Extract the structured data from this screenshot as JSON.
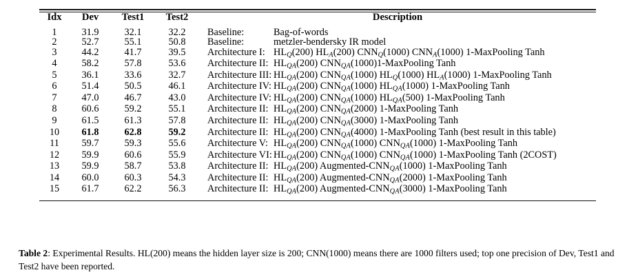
{
  "table": {
    "headers": [
      "Idx",
      "Dev",
      "Test1",
      "Test2",
      "Description"
    ],
    "rows": [
      {
        "idx": "1",
        "dev": "31.9",
        "test1": "32.1",
        "test2": "32.2",
        "bold": false,
        "arch": "Baseline:",
        "desc_plain": "Bag-of-words",
        "desc_full": "Baseline: Bag-of-words"
      },
      {
        "idx": "2",
        "dev": "52.7",
        "test1": "55.1",
        "test2": "50.8",
        "bold": false,
        "arch": "Baseline:",
        "desc_plain": "metzler-bendersky IR model",
        "desc_full": "Baseline: metzler-bendersky IR model"
      },
      {
        "idx": "3",
        "dev": "44.2",
        "test1": "41.7",
        "test2": "39.5",
        "bold": false,
        "arch": "Architecture I:",
        "desc_plain": "HL_Q(200) HL_A(200) CNN_Q(1000) CNN_A(1000) 1-MaxPooling Tanh",
        "desc_full": "Architecture I:   HL_Q(200) HL_A(200) CNN_Q(1000) CNN_A(1000) 1-MaxPooling Tanh",
        "tokens": [
          {
            "t": "HL",
            "sub": "Q"
          },
          {
            "t": "(200) "
          },
          {
            "t": "HL",
            "sub": "A"
          },
          {
            "t": "(200) "
          },
          {
            "t": "CNN",
            "sub": "Q"
          },
          {
            "t": "(1000) "
          },
          {
            "t": "CNN",
            "sub": "A"
          },
          {
            "t": "(1000) 1-MaxPooling Tanh"
          }
        ]
      },
      {
        "idx": "4",
        "dev": "58.2",
        "test1": "57.8",
        "test2": "53.6",
        "bold": false,
        "arch": "Architecture II:",
        "desc_plain": "HL_QA(200) CNN_QA(1000)1-MaxPooling Tanh",
        "desc_full": "Architecture II: HL_QA(200) CNN_QA(1000)1-MaxPooling Tanh",
        "tokens": [
          {
            "t": "HL",
            "sub": "QA"
          },
          {
            "t": "(200) "
          },
          {
            "t": "CNN",
            "sub": "QA"
          },
          {
            "t": "(1000)1-MaxPooling Tanh"
          }
        ]
      },
      {
        "idx": "5",
        "dev": "36.1",
        "test1": "33.6",
        "test2": "32.7",
        "bold": false,
        "arch": "Architecture III:",
        "desc_plain": "HL_QA(200) CNN_QA(1000) HL_Q(1000) HL_A(1000) 1-MaxPooling Tanh",
        "desc_full": "Architecture III: HL_QA(200) CNN_QA(1000) HL_Q(1000) HL_A(1000) 1-MaxPooling Tanh",
        "tokens": [
          {
            "t": "HL",
            "sub": "QA"
          },
          {
            "t": "(200) "
          },
          {
            "t": "CNN",
            "sub": "QA"
          },
          {
            "t": "(1000) "
          },
          {
            "t": "HL",
            "sub": "Q"
          },
          {
            "t": "(1000) "
          },
          {
            "t": "HL",
            "sub": "A"
          },
          {
            "t": "(1000) 1-MaxPooling Tanh"
          }
        ]
      },
      {
        "idx": "6",
        "dev": "51.4",
        "test1": "50.5",
        "test2": "46.1",
        "bold": false,
        "arch": "Architecture IV:",
        "desc_plain": "HL_QA(200) CNN_QA(1000) HL_QA(1000) 1-MaxPooling Tanh",
        "desc_full": "Architecture IV: HL_QA(200) CNN_QA(1000) HL_QA(1000) 1-MaxPooling Tanh",
        "tokens": [
          {
            "t": "HL",
            "sub": "QA"
          },
          {
            "t": "(200) "
          },
          {
            "t": "CNN",
            "sub": "QA"
          },
          {
            "t": "(1000) "
          },
          {
            "t": "HL",
            "sub": "QA"
          },
          {
            "t": "(1000) 1-MaxPooling Tanh"
          }
        ]
      },
      {
        "idx": "7",
        "dev": "47.0",
        "test1": "46.7",
        "test2": "43.0",
        "bold": false,
        "arch": "Architecture IV:",
        "desc_plain": "HL_QA(200) CNN_QA(1000) HL_QA(500) 1-MaxPooling Tanh",
        "desc_full": "Architecture IV: HL_QA(200) CNN_QA(1000) HL_QA(500) 1-MaxPooling Tanh",
        "tokens": [
          {
            "t": "HL",
            "sub": "QA"
          },
          {
            "t": "(200) "
          },
          {
            "t": "CNN",
            "sub": "QA"
          },
          {
            "t": "(1000) "
          },
          {
            "t": "HL",
            "sub": "QA"
          },
          {
            "t": "(500) 1-MaxPooling Tanh"
          }
        ]
      },
      {
        "idx": "8",
        "dev": "60.6",
        "test1": "59.2",
        "test2": "55.1",
        "bold": false,
        "arch": "Architecture II:",
        "desc_plain": "HL_QA(200) CNN_QA(2000) 1-MaxPooling Tanh",
        "desc_full": "Architecture II: HL_QA(200) CNN_QA(2000) 1-MaxPooling Tanh",
        "tokens": [
          {
            "t": "HL",
            "sub": "QA"
          },
          {
            "t": "(200) "
          },
          {
            "t": "CNN",
            "sub": "QA"
          },
          {
            "t": "(2000) 1-MaxPooling Tanh"
          }
        ]
      },
      {
        "idx": "9",
        "dev": "61.5",
        "test1": "61.3",
        "test2": "57.8",
        "bold": false,
        "arch": "Architecture II:",
        "desc_plain": "HL_QA(200) CNN_QA(3000) 1-MaxPooling Tanh",
        "desc_full": "Architecture II: HL_QA(200) CNN_QA(3000) 1-MaxPooling Tanh",
        "tokens": [
          {
            "t": "HL",
            "sub": "QA"
          },
          {
            "t": "(200) "
          },
          {
            "t": "CNN",
            "sub": "QA"
          },
          {
            "t": "(3000) 1-MaxPooling Tanh"
          }
        ]
      },
      {
        "idx": "10",
        "dev": "61.8",
        "test1": "62.8",
        "test2": "59.2",
        "bold": true,
        "arch": "Architecture II:",
        "desc_plain": "HL_QA(200) CNN_QA(4000) 1-MaxPooling Tanh (best result in this table)",
        "desc_full": "Architecture II: HL_QA(200) CNN_QA(4000) 1-MaxPooling Tanh (best result in this table)",
        "tokens": [
          {
            "t": "HL",
            "sub": "QA"
          },
          {
            "t": "(200) "
          },
          {
            "t": "CNN",
            "sub": "QA"
          },
          {
            "t": "(4000) 1-MaxPooling Tanh (best result in this table)"
          }
        ]
      },
      {
        "idx": "11",
        "dev": "59.7",
        "test1": "59.3",
        "test2": "55.6",
        "bold": false,
        "arch": "Architecture V:",
        "desc_plain": "HL_QA(200) CNN_QA(1000) CNN_QA(1000) 1-MaxPooling Tanh",
        "desc_full": "Architecture V: HL_QA(200) CNN_QA(1000) CNN_QA(1000) 1-MaxPooling Tanh",
        "tokens": [
          {
            "t": "HL",
            "sub": "QA"
          },
          {
            "t": "(200) "
          },
          {
            "t": "CNN",
            "sub": "QA"
          },
          {
            "t": "(1000) "
          },
          {
            "t": "CNN",
            "sub": "QA"
          },
          {
            "t": "(1000) 1-MaxPooling Tanh"
          }
        ]
      },
      {
        "idx": "12",
        "dev": "59.9",
        "test1": "60.6",
        "test2": "55.9",
        "bold": false,
        "arch": "Architecture VI:",
        "desc_plain": "HL_QA(200) CNN_QA(1000) CNN_QA(1000) 1-MaxPooling Tanh (2COST)",
        "desc_full": "Architecture VI: HL_QA(200) CNN_QA(1000) CNN_QA(1000) 1-MaxPooling Tanh (2COST)",
        "tokens": [
          {
            "t": "HL",
            "sub": "QA"
          },
          {
            "t": "(200) "
          },
          {
            "t": "CNN",
            "sub": "QA"
          },
          {
            "t": "(1000) "
          },
          {
            "t": "CNN",
            "sub": "QA"
          },
          {
            "t": "(1000) 1-MaxPooling Tanh (2COST)"
          }
        ]
      },
      {
        "idx": "13",
        "dev": "59.9",
        "test1": "58.7",
        "test2": "53.8",
        "bold": false,
        "arch": "Architecture II:",
        "desc_plain": "HL_QA(200) Augmented-CNN_QA(1000) 1-MaxPooling Tanh",
        "desc_full": "Architecture II: HL_QA(200) Augmented-CNN_QA(1000) 1-MaxPooling Tanh",
        "tokens": [
          {
            "t": "HL",
            "sub": "QA"
          },
          {
            "t": "(200) Augmented-"
          },
          {
            "t": "CNN",
            "sub": "QA"
          },
          {
            "t": "(1000) 1-MaxPooling Tanh"
          }
        ]
      },
      {
        "idx": "14",
        "dev": "60.0",
        "test1": "60.3",
        "test2": "54.3",
        "bold": false,
        "arch": "Architecture II:",
        "desc_plain": "HL_QA(200) Augmented-CNN_QA(2000) 1-MaxPooling Tanh",
        "desc_full": "Architecture II: HL_QA(200) Augmented-CNN_QA(2000) 1-MaxPooling Tanh",
        "tokens": [
          {
            "t": "HL",
            "sub": "QA"
          },
          {
            "t": "(200) Augmented-"
          },
          {
            "t": "CNN",
            "sub": "QA"
          },
          {
            "t": "(2000) 1-MaxPooling Tanh"
          }
        ]
      },
      {
        "idx": "15",
        "dev": "61.7",
        "test1": "62.2",
        "test2": "56.3",
        "bold": false,
        "arch": "Architecture II:",
        "desc_plain": "HL_QA(200) Augmented-CNN_QA(3000) 1-MaxPooling Tanh",
        "desc_full": "Architecture II: HL_QA(200) Augmented-CNN_QA(3000) 1-MaxPooling Tanh",
        "tokens": [
          {
            "t": "HL",
            "sub": "QA"
          },
          {
            "t": "(200) Augmented-"
          },
          {
            "t": "CNN",
            "sub": "QA"
          },
          {
            "t": "(3000) 1-MaxPooling Tanh"
          }
        ]
      }
    ]
  },
  "caption": {
    "label": "Table 2",
    "separator": ":",
    "text": " Experimental Results. HL(200) means the hidden layer size is 200; CNN(1000) means there are 1000 filters used; top one precision of Dev, Test1 and Test2 have been reported."
  }
}
